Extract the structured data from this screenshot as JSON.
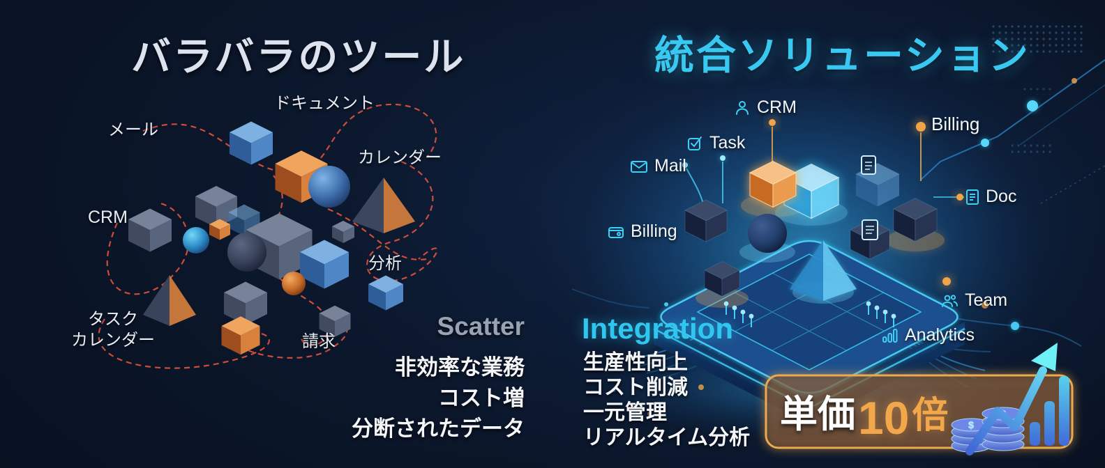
{
  "colors": {
    "background": "#0a1426",
    "accent_cyan": "#38c8f2",
    "accent_orange": "#f0a449",
    "dash_red": "#e2523c",
    "title_gray": "#dde3ee"
  },
  "left": {
    "title": "バラバラのツール",
    "tool_labels": {
      "mail": "メール",
      "document": "ドキュメント",
      "calendar": "カレンダー",
      "crm": "CRM",
      "analysis": "分析",
      "task_calendar": "タスク\nカレンダー",
      "billing": "請求"
    },
    "keyword": "Scatter",
    "points": [
      "非効率な業務",
      "コスト増",
      "分断されたデータ"
    ]
  },
  "right": {
    "title": "統合ソリューション",
    "tool_labels": {
      "crm": "CRM",
      "task": "Task",
      "mail": "Mail",
      "billing_left": "Billing",
      "billing_right": "Billing",
      "doc": "Doc",
      "team": "Team",
      "analytics": "Analytics"
    },
    "keyword": "Integration",
    "points": [
      "生産性向上",
      "コスト削減",
      "一元管理",
      "リアルタイム分析"
    ],
    "badge": {
      "prefix": "単価",
      "number": "10",
      "suffix": "倍",
      "coin_symbol": "$"
    }
  }
}
